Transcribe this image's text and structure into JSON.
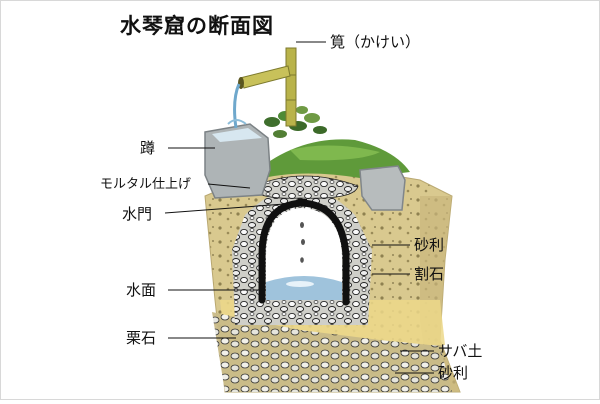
{
  "title": "水琴窟の断面図",
  "labels": {
    "kakei": "筧（かけい）",
    "tsukubai": "蹲",
    "mortar": "モルタル仕上げ",
    "suimon": "水門",
    "gravel_upper": "砂利",
    "broken_stone": "割石",
    "water_surface": "水面",
    "kuriishi": "栗石",
    "saba_soil": "サバ土",
    "gravel_lower": "砂利"
  },
  "colors": {
    "soil": "#d9c98f",
    "soil_dark": "#c2ad6d",
    "sand_layer": "#ecd889",
    "moss": "#5f9a3a",
    "stone": "#aeb4b6",
    "jar": "#101010",
    "water": "#9fc3dc",
    "bamboo": "#b9b34a"
  }
}
